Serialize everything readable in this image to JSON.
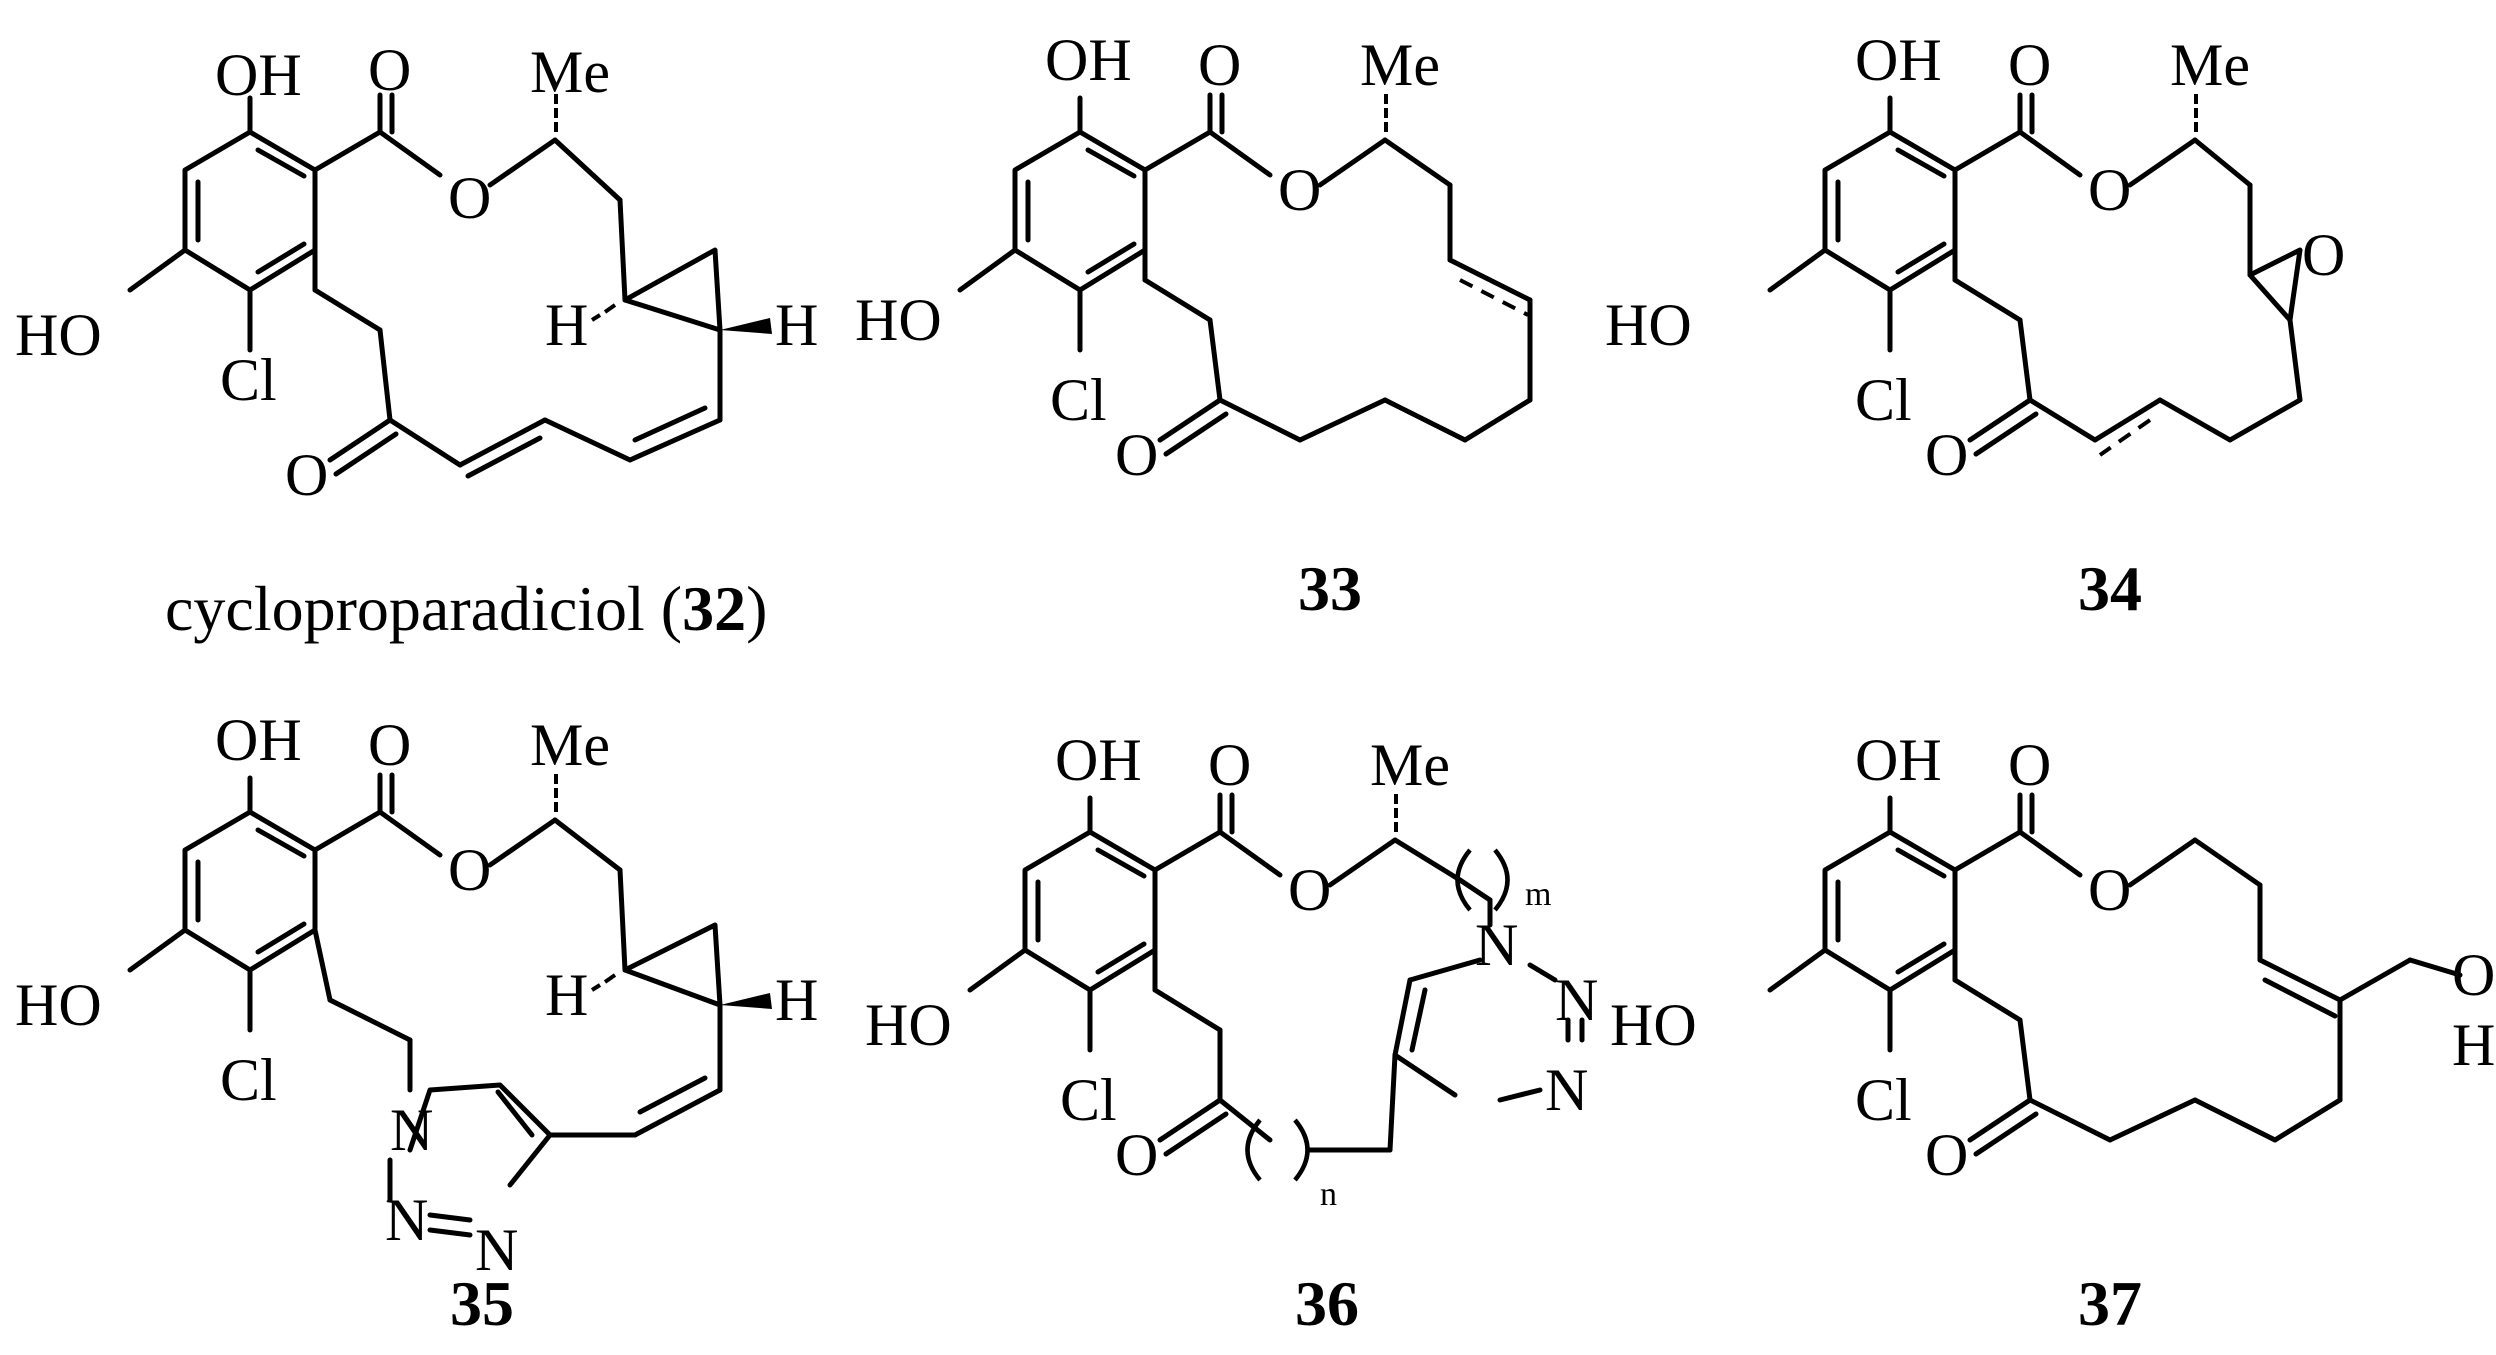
{
  "figure": {
    "compounds": [
      {
        "id": "32",
        "caption_prefix": "cyclopropar adiciol",
        "caption_name": "cycloproparadiciol",
        "caption_open": " (",
        "caption_number": "32",
        "caption_close": ")",
        "atoms": {
          "oh": "OH",
          "o_carbonyl": "O",
          "me": "Me",
          "o_ester": "O",
          "ho": "HO",
          "cl": "Cl",
          "o_ketone": "O",
          "h_left": "H",
          "h_right": "H"
        }
      },
      {
        "id": "33",
        "caption_number": "33",
        "atoms": {
          "oh": "OH",
          "o_carbonyl": "O",
          "me": "Me",
          "o_ester": "O",
          "ho": "HO",
          "cl": "Cl",
          "o_ketone": "O"
        }
      },
      {
        "id": "34",
        "caption_number": "34",
        "atoms": {
          "oh": "OH",
          "o_carbonyl": "O",
          "me": "Me",
          "o_ester": "O",
          "o_epoxide": "O",
          "ho": "HO",
          "cl": "Cl",
          "o_ketone": "O"
        }
      },
      {
        "id": "35",
        "caption_number": "35",
        "atoms": {
          "oh": "OH",
          "o_carbonyl": "O",
          "me": "Me",
          "o_ester": "O",
          "ho": "HO",
          "cl": "Cl",
          "n1": "N",
          "n2": "N",
          "n3": "N",
          "h_left": "H",
          "h_right": "H"
        }
      },
      {
        "id": "36",
        "caption_number": "36",
        "atoms": {
          "oh": "OH",
          "o_carbonyl": "O",
          "me": "Me",
          "o_ester": "O",
          "ho": "HO",
          "cl": "Cl",
          "o_ketone": "O",
          "n1": "N",
          "n2": "N",
          "n3": "N",
          "m": "m",
          "n": "n"
        }
      },
      {
        "id": "37",
        "caption_number": "37",
        "atoms": {
          "oh": "OH",
          "o_carbonyl": "O",
          "o_ester": "O",
          "ho": "HO",
          "cl": "Cl",
          "o_ketone": "O",
          "o_alcohol": "O",
          "h_alcohol": "H"
        }
      }
    ]
  }
}
